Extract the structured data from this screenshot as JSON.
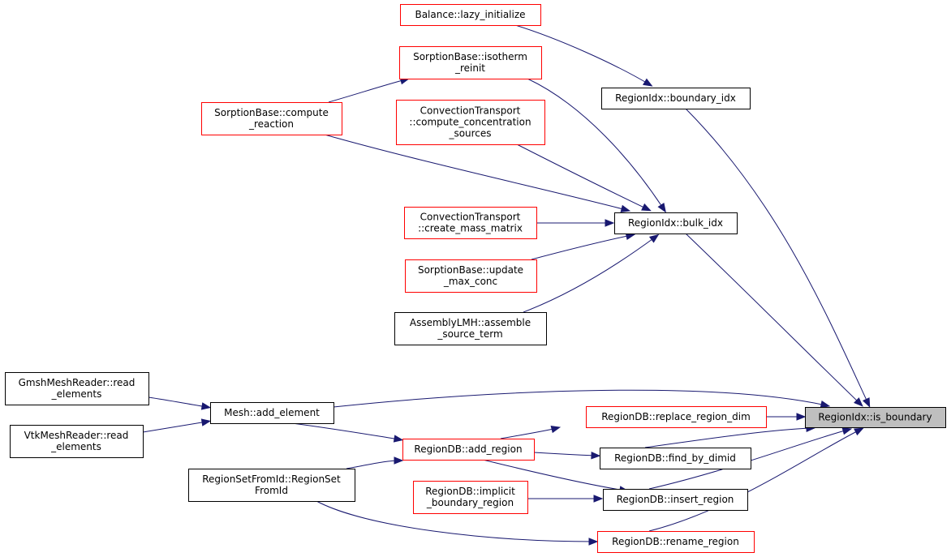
{
  "colors": {
    "edge": "#191970",
    "external_border": "#ff0000",
    "internal_border": "#000000",
    "focus_fill": "#bfbfbf"
  },
  "nodes": [
    {
      "id": "lazy_initialize",
      "lines": [
        "Balance::lazy_initialize"
      ],
      "kind": "red"
    },
    {
      "id": "isotherm_reinit",
      "lines": [
        "SorptionBase::isotherm",
        "_reinit"
      ],
      "kind": "red"
    },
    {
      "id": "compute_reaction",
      "lines": [
        "SorptionBase::compute",
        "_reaction"
      ],
      "kind": "red"
    },
    {
      "id": "compute_concentration_sources",
      "lines": [
        "ConvectionTransport",
        "::compute_concentration",
        "_sources"
      ],
      "kind": "red"
    },
    {
      "id": "create_mass_matrix",
      "lines": [
        "ConvectionTransport",
        "::create_mass_matrix"
      ],
      "kind": "red"
    },
    {
      "id": "update_max_conc",
      "lines": [
        "SorptionBase::update",
        "_max_conc"
      ],
      "kind": "red"
    },
    {
      "id": "assemble_source_term",
      "lines": [
        "AssemblyLMH::assemble",
        "_source_term"
      ],
      "kind": "black"
    },
    {
      "id": "boundary_idx",
      "lines": [
        "RegionIdx::boundary_idx"
      ],
      "kind": "black"
    },
    {
      "id": "bulk_idx",
      "lines": [
        "RegionIdx::bulk_idx"
      ],
      "kind": "black"
    },
    {
      "id": "gmsh_read_elements",
      "lines": [
        "GmshMeshReader::read",
        "_elements"
      ],
      "kind": "black"
    },
    {
      "id": "vtk_read_elements",
      "lines": [
        "VtkMeshReader::read",
        "_elements"
      ],
      "kind": "black"
    },
    {
      "id": "add_element",
      "lines": [
        "Mesh::add_element"
      ],
      "kind": "black"
    },
    {
      "id": "region_set_from_id",
      "lines": [
        "RegionSetFromId::RegionSet",
        "FromId"
      ],
      "kind": "black"
    },
    {
      "id": "add_region",
      "lines": [
        "RegionDB::add_region"
      ],
      "kind": "red"
    },
    {
      "id": "implicit_boundary_region",
      "lines": [
        "RegionDB::implicit",
        "_boundary_region"
      ],
      "kind": "red"
    },
    {
      "id": "replace_region_dim",
      "lines": [
        "RegionDB::replace_region_dim"
      ],
      "kind": "red"
    },
    {
      "id": "find_by_dimid",
      "lines": [
        "RegionDB::find_by_dimid"
      ],
      "kind": "black"
    },
    {
      "id": "insert_region",
      "lines": [
        "RegionDB::insert_region"
      ],
      "kind": "black"
    },
    {
      "id": "rename_region",
      "lines": [
        "RegionDB::rename_region"
      ],
      "kind": "red"
    },
    {
      "id": "is_boundary",
      "lines": [
        "RegionIdx::is_boundary"
      ],
      "kind": "gray"
    }
  ],
  "edges": [
    {
      "from": "lazy_initialize",
      "to": "boundary_idx"
    },
    {
      "from": "isotherm_reinit",
      "to": "bulk_idx"
    },
    {
      "from": "compute_reaction",
      "to": "isotherm_reinit"
    },
    {
      "from": "compute_reaction",
      "to": "bulk_idx"
    },
    {
      "from": "compute_concentration_sources",
      "to": "bulk_idx"
    },
    {
      "from": "create_mass_matrix",
      "to": "bulk_idx"
    },
    {
      "from": "update_max_conc",
      "to": "bulk_idx"
    },
    {
      "from": "assemble_source_term",
      "to": "bulk_idx"
    },
    {
      "from": "boundary_idx",
      "to": "is_boundary"
    },
    {
      "from": "bulk_idx",
      "to": "is_boundary"
    },
    {
      "from": "add_element",
      "to": "is_boundary"
    },
    {
      "from": "replace_region_dim",
      "to": "is_boundary"
    },
    {
      "from": "find_by_dimid",
      "to": "is_boundary"
    },
    {
      "from": "insert_region",
      "to": "is_boundary"
    },
    {
      "from": "rename_region",
      "to": "is_boundary"
    },
    {
      "from": "add_region",
      "to": "replace_region_dim"
    },
    {
      "from": "add_region",
      "to": "find_by_dimid"
    },
    {
      "from": "add_region",
      "to": "insert_region"
    },
    {
      "from": "implicit_boundary_region",
      "to": "insert_region"
    },
    {
      "from": "region_set_from_id",
      "to": "rename_region"
    },
    {
      "from": "gmsh_read_elements",
      "to": "add_element"
    },
    {
      "from": "vtk_read_elements",
      "to": "add_element"
    },
    {
      "from": "add_element",
      "to": "add_region"
    },
    {
      "from": "region_set_from_id",
      "to": "add_region"
    }
  ]
}
